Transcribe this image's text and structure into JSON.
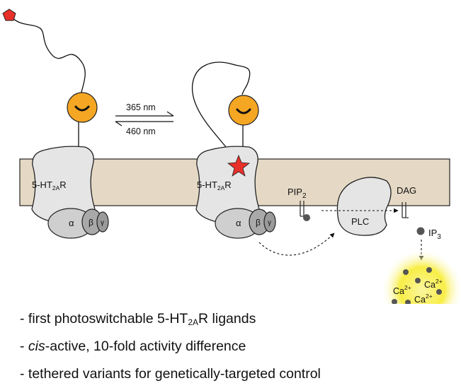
{
  "light": {
    "forward": "365 nm",
    "reverse": "460 nm"
  },
  "receptor": {
    "label_main": "5-HT",
    "label_sub": "2A",
    "label_tail": "R"
  },
  "gprotein": {
    "alpha": "α",
    "beta": "β",
    "gamma": "γ"
  },
  "signaling": {
    "pip_main": "PIP",
    "pip_sub": "2",
    "plc": "PLC",
    "dag": "DAG",
    "ip_main": "IP",
    "ip_sub": "3",
    "ca": "Ca",
    "ca_sup": "2+"
  },
  "bullets": [
    {
      "prefix": "- first photoswitchable 5-HT",
      "sub": "2A",
      "suffix": "R ligands"
    },
    {
      "prefix": "- ",
      "em": "cis",
      "suffix": "-active, 10-fold activity difference"
    },
    {
      "prefix": "- tethered variants for genetically-targeted control"
    }
  ],
  "colors": {
    "membrane": "#e5d9c5",
    "receptor": "#e5e5e6",
    "alpha": "#cfcfd0",
    "beta": "#a9a9aa",
    "gamma": "#9a9a9b",
    "photoswitch": "#f5a623",
    "ligand": "#e8302a",
    "calcium_glow": "#f8ee46",
    "dot": "#555555"
  }
}
